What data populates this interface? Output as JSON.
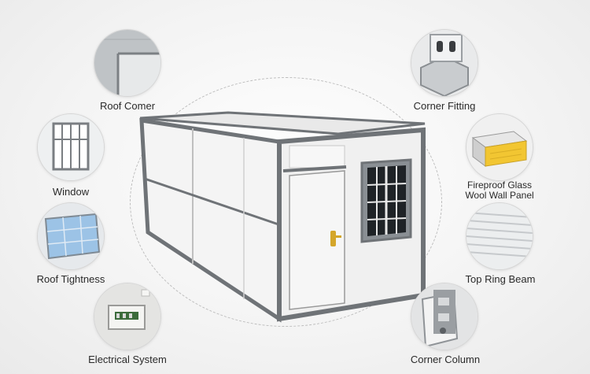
{
  "features": {
    "roof_corner": {
      "label": "Roof Comer",
      "icon": "roof-corner-icon"
    },
    "window": {
      "label": "Window",
      "icon": "window-icon"
    },
    "roof_tightness": {
      "label": "Roof Tightness",
      "icon": "solar-panel-icon"
    },
    "electrical_system": {
      "label": "Electrical System",
      "icon": "breaker-box-icon"
    },
    "corner_fitting": {
      "label": "Corner Fitting",
      "icon": "corner-fitting-icon"
    },
    "wall_panel": {
      "label_line1": "Fireproof Glass",
      "label_line2": "Wool Wall Panel",
      "icon": "wool-panel-icon"
    },
    "top_ring_beam": {
      "label": "Top Ring Beam",
      "icon": "ring-beam-icon"
    },
    "corner_column": {
      "label": "Corner Column",
      "icon": "column-icon"
    }
  },
  "colors": {
    "frame": "#6f7377",
    "panel": "#f2f2f2",
    "accent_gold": "#d4a62a"
  }
}
